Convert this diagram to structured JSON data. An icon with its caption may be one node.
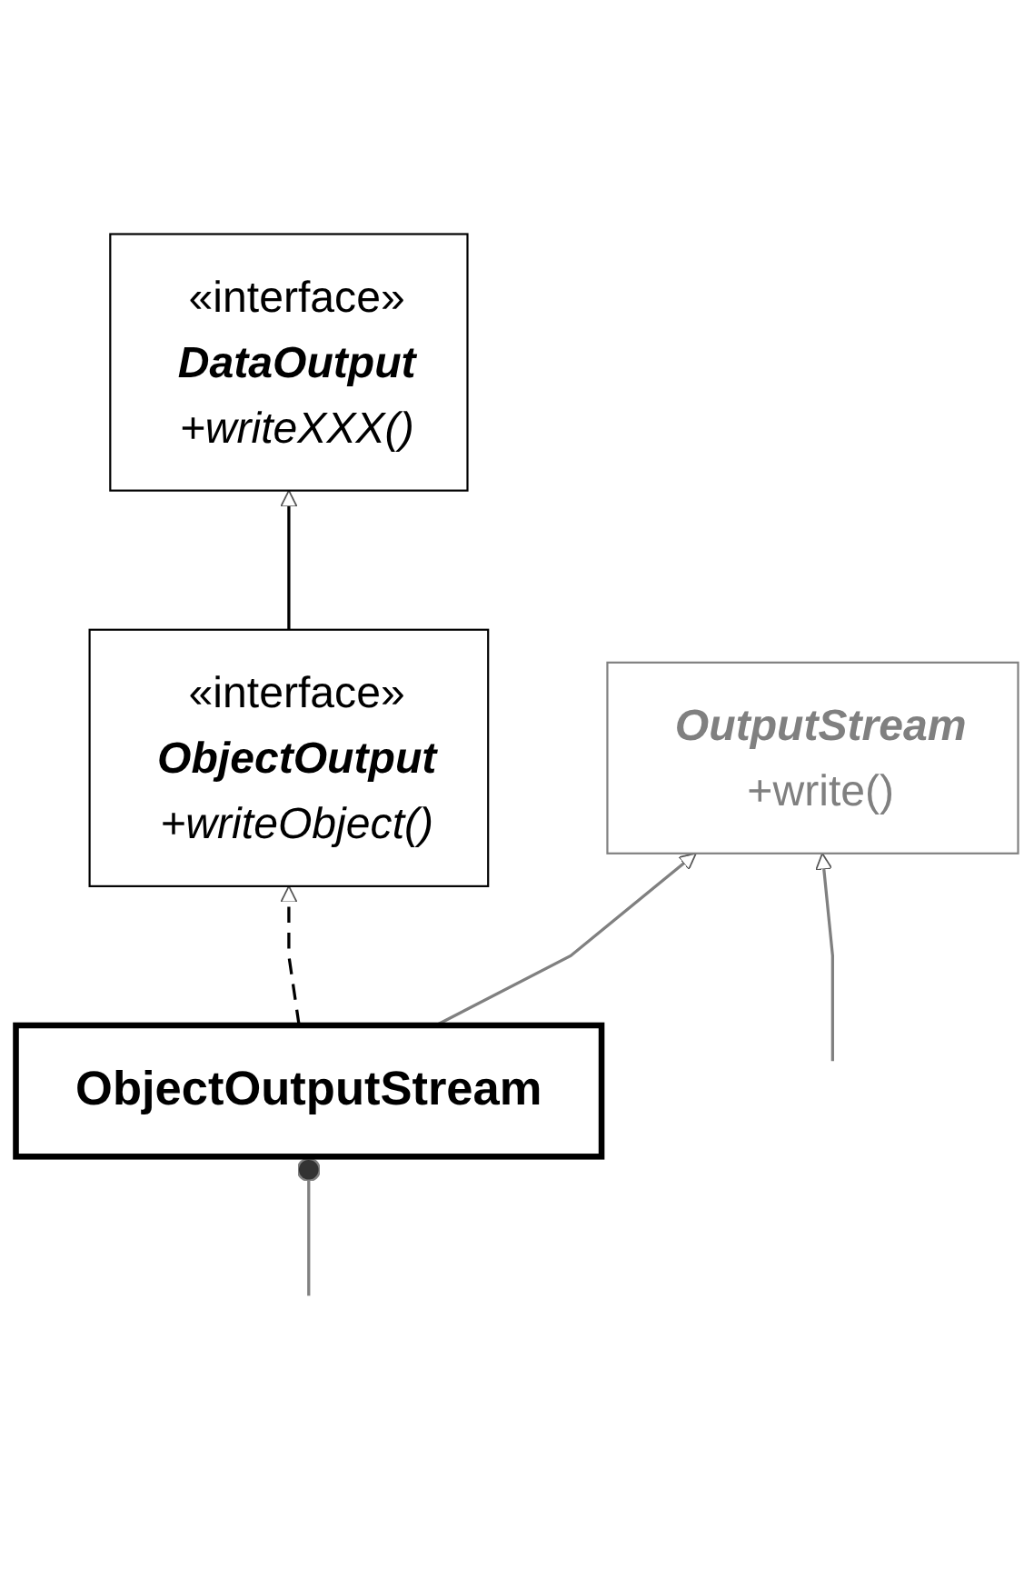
{
  "diagram": {
    "nodes": [
      {
        "text": [
          "«interface»",
          "DataOutput",
          "+writeXXX()"
        ]
      },
      {
        "text": [
          "«interface»",
          "ObjectOutput",
          "+writeObject()"
        ]
      },
      {
        "text": [
          "ObjectOutputStream"
        ]
      },
      {
        "text": [
          "OutputStream",
          "+write()"
        ]
      }
    ],
    "edges": [
      {
        "from": 1,
        "to": 0,
        "arrow": "to",
        "color": "#000000"
      },
      {
        "from": 2,
        "to": 1,
        "arrow": "to",
        "style": "dashed",
        "color": "#000000"
      },
      {
        "from": 2,
        "to": 3,
        "arrow": "to"
      },
      {
        "from": null,
        "to": 2,
        "arrow": "other"
      },
      {
        "from": null,
        "to": 3,
        "arrow": "to"
      }
    ]
  }
}
